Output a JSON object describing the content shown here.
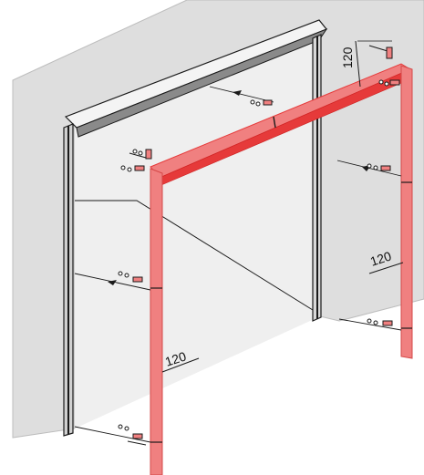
{
  "diagram": {
    "dimensions": {
      "top_right": "120",
      "right_post": "120",
      "left_post": "120"
    },
    "colors": {
      "wall": "#dcdcdc",
      "wall_side": "#cfcfcf",
      "opening": "#ececec",
      "frame": "#f2f2f2",
      "rail_red": "#f08080",
      "rail_red_dark": "#e63a3a",
      "line": "#1a1a1a"
    },
    "icons": [
      "screw-anchor-icon",
      "direction-arrow-icon"
    ]
  }
}
